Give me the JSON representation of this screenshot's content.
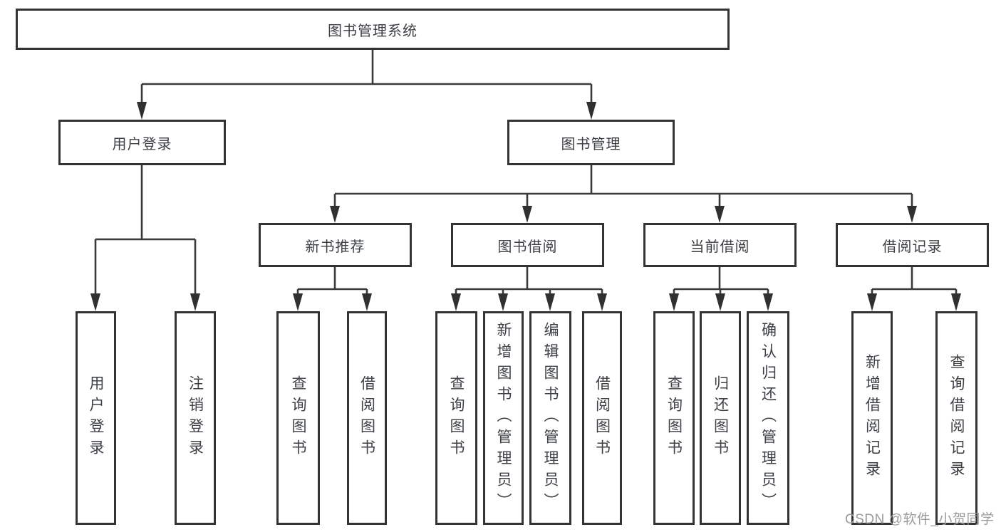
{
  "tree": {
    "root": "图书管理系统",
    "branches": [
      {
        "label": "用户登录",
        "children": [
          "用户登录",
          "注销登录"
        ]
      },
      {
        "label": "图书管理",
        "groups": [
          {
            "label": "新书推荐",
            "children": [
              "查询图书",
              "借阅图书"
            ]
          },
          {
            "label": "图书借阅",
            "children": [
              "查询图书",
              "新增图书（管理员）",
              "编辑图书（管理员）",
              "借阅图书"
            ]
          },
          {
            "label": "当前借阅",
            "children": [
              "查询图书",
              "归还图书",
              "确认归还（管理员）"
            ]
          },
          {
            "label": "借阅记录",
            "children": [
              "新增借阅记录",
              "查询借阅记录"
            ]
          }
        ]
      }
    ]
  },
  "watermark": {
    "text": "CSDN @软件_小贺同学"
  },
  "colors": {
    "line": "#3a3a3a",
    "box_border": "#333333",
    "text": "#3d4045",
    "watermark": "#9b9b9b"
  }
}
